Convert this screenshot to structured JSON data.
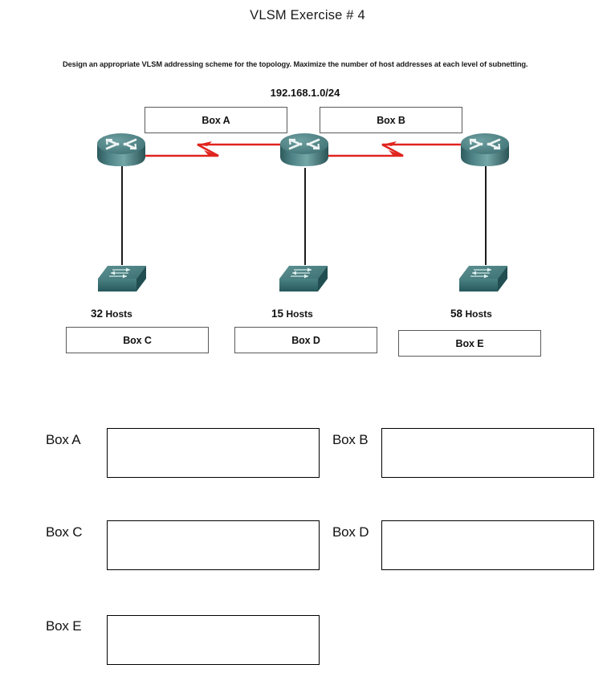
{
  "document": {
    "title": "VLSM Exercise # 4",
    "instructions": "Design an appropriate VLSM addressing scheme for the topology.  Maximize the number of host addresses at each level of subnetting."
  },
  "topology": {
    "network_address": "192.168.1.0/24",
    "wan_boxes": [
      {
        "id": "a",
        "label": "Box A"
      },
      {
        "id": "b",
        "label": "Box B"
      }
    ],
    "lan_boxes": [
      {
        "id": "c",
        "label": "Box C"
      },
      {
        "id": "d",
        "label": "Box D"
      },
      {
        "id": "e",
        "label": "Box E"
      }
    ],
    "host_counts": [
      {
        "id": "left",
        "count": "32",
        "unit": "Hosts"
      },
      {
        "id": "mid",
        "count": "15",
        "unit": "Hosts"
      },
      {
        "id": "right",
        "count": "58",
        "unit": "Hosts"
      }
    ],
    "icons": {
      "router": "router-icon",
      "switch": "switch-icon",
      "serial_link": "serial-link-icon",
      "ethernet_link": "ethernet-link-icon"
    },
    "colors": {
      "device_teal": "#4d8a8a",
      "device_teal_dark": "#2f5f62",
      "serial_red": "#e0241f",
      "ethernet_black": "#1c1c1c",
      "box_border": "#5a5a5a"
    }
  },
  "answers": {
    "fields": [
      {
        "id": "a",
        "label": "Box A",
        "value": ""
      },
      {
        "id": "b",
        "label": "Box B",
        "value": ""
      },
      {
        "id": "c",
        "label": "Box C",
        "value": ""
      },
      {
        "id": "d",
        "label": "Box D",
        "value": ""
      },
      {
        "id": "e",
        "label": "Box E",
        "value": ""
      }
    ]
  }
}
